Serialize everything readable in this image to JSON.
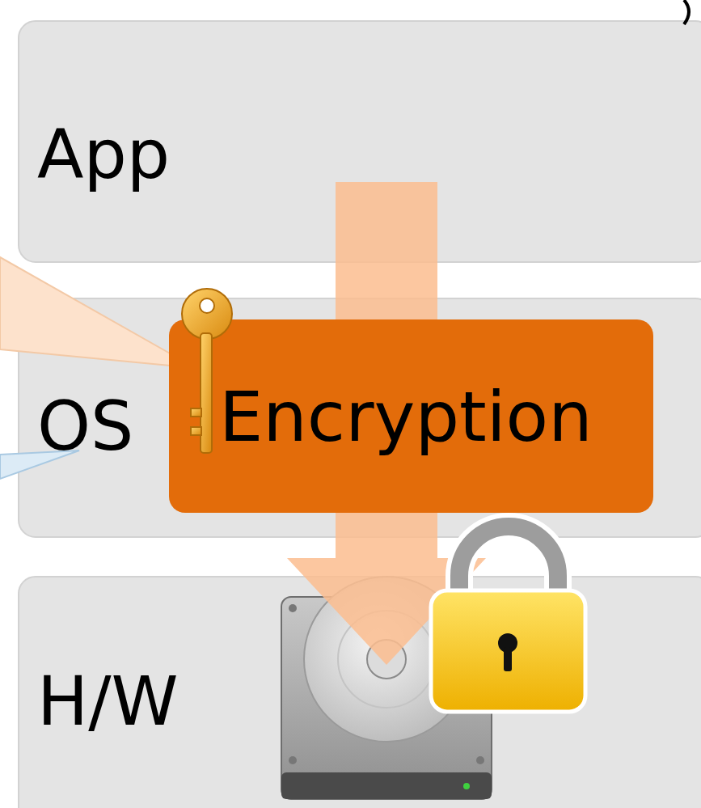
{
  "diagram": {
    "nodes": [
      {
        "text": [
          "App"
        ]
      },
      {
        "text": [
          "OS"
        ]
      },
      {
        "text": [
          "Encryption"
        ],
        "in": 1
      },
      {
        "text": [
          "H/W"
        ]
      }
    ],
    "edges": [
      {
        "from": 0,
        "to": 2,
        "arrow": "none"
      },
      {
        "from": 2,
        "to": 3,
        "arrow": "to"
      }
    ]
  }
}
